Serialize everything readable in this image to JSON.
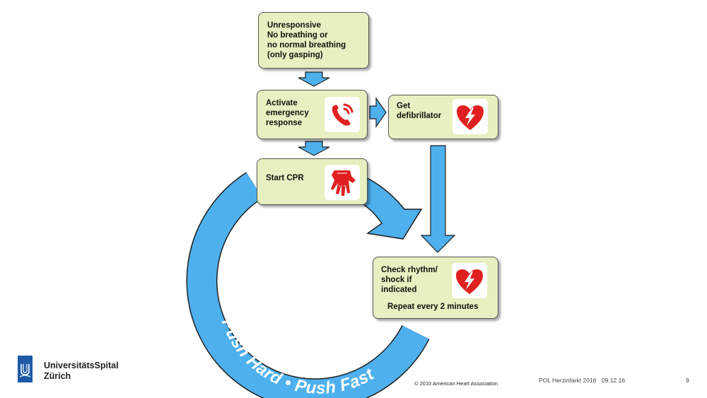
{
  "flowchart": {
    "box_unresponsive": {
      "lines": "Unresponsive\nNo breathing or\nno normal breathing\n(only gasping)"
    },
    "box_activate": {
      "lines": "Activate\nemergency\nresponse"
    },
    "box_defibrillator": {
      "lines": "Get\ndefibrillator"
    },
    "box_cpr": {
      "lines": "Start CPR"
    },
    "box_rhythm": {
      "lines": "Check rhythm/\nshock if\nindicated",
      "repeat": "Repeat every 2 minutes"
    },
    "cycle_label": "Push Hard • Push Fast",
    "icons": {
      "phone": "phone-icon",
      "heart": "aed-heart-icon",
      "hands": "cpr-hands-icon"
    }
  },
  "footer": {
    "copyright": "© 2010 American Heart Association",
    "course": "POL Herzinfarkt 2016",
    "date": "09.12.16",
    "page_number": "9"
  },
  "logo": {
    "line1": "UniversitätsSpital",
    "line2": "Zürich"
  },
  "colors": {
    "box_fill": "#e8efc0",
    "arrow_blue": "#4fb0ee",
    "cycle_blue": "#4fb0ee",
    "icon_red": "#e02020",
    "logo_blue": "#1f5aa6"
  }
}
